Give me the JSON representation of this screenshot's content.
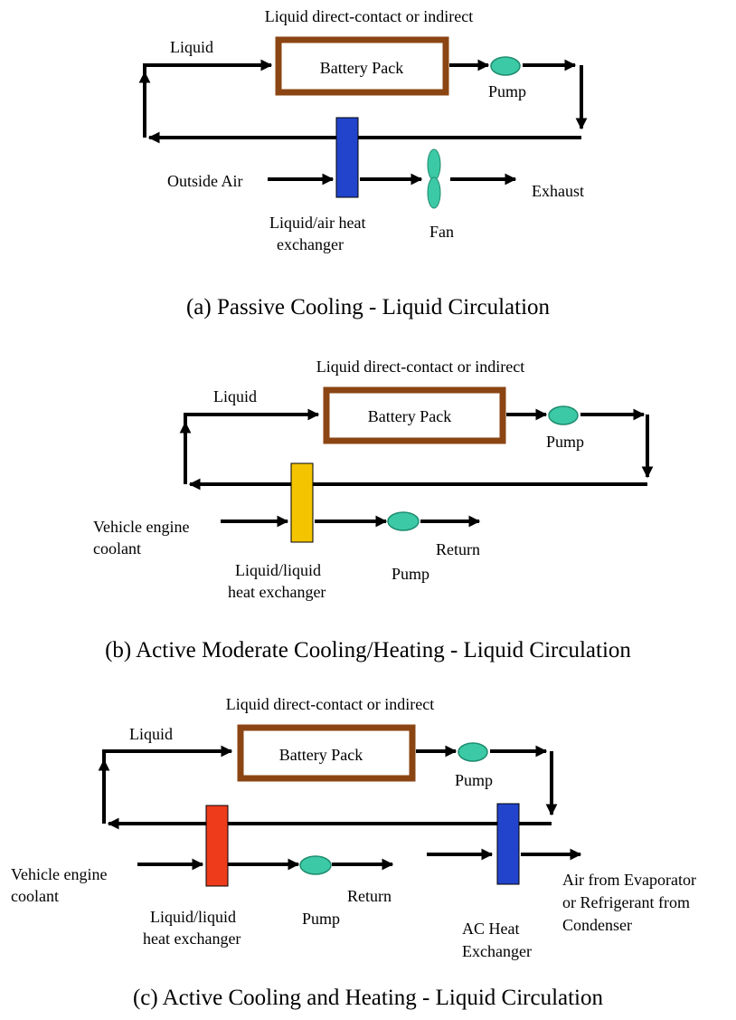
{
  "colors": {
    "battery_border": "#8B4513",
    "pump": "#3CC9A6",
    "pump_stroke": "#1E8C6E",
    "fan": "#3CC9A6",
    "hx_blue": "#2244CC",
    "hx_yellow": "#F5C400",
    "hx_red": "#EE3B1C"
  },
  "panel_a": {
    "top_label": "Liquid direct-contact or indirect",
    "liquid_label": "Liquid",
    "battery_label": "Battery Pack",
    "pump_label": "Pump",
    "outside_air_label": "Outside Air",
    "exhaust_label": "Exhaust",
    "hx_label_1": "Liquid/air heat",
    "hx_label_2": "exchanger",
    "fan_label": "Fan",
    "caption": "(a) Passive Cooling - Liquid Circulation"
  },
  "panel_b": {
    "top_label": "Liquid direct-contact or indirect",
    "liquid_label": "Liquid",
    "battery_label": "Battery Pack",
    "pump_label": "Pump",
    "coolant_label_1": "Vehicle engine",
    "coolant_label_2": "coolant",
    "hx_label_1": "Liquid/liquid",
    "hx_label_2": "heat exchanger",
    "pump2_label": "Pump",
    "return_label": "Return",
    "caption": "(b) Active Moderate Cooling/Heating - Liquid Circulation"
  },
  "panel_c": {
    "top_label": "Liquid direct-contact or indirect",
    "liquid_label": "Liquid",
    "battery_label": "Battery Pack",
    "pump_label": "Pump",
    "coolant_label_1": "Vehicle engine",
    "coolant_label_2": "coolant",
    "hx_label_1": "Liquid/liquid",
    "hx_label_2": "heat exchanger",
    "pump2_label": "Pump",
    "return_label": "Return",
    "ac_label_1": "AC Heat",
    "ac_label_2": "Exchanger",
    "air_label_1": "Air from Evaporator",
    "air_label_2": "or Refrigerant from",
    "air_label_3": "Condenser",
    "caption": "(c) Active Cooling and Heating - Liquid Circulation"
  }
}
